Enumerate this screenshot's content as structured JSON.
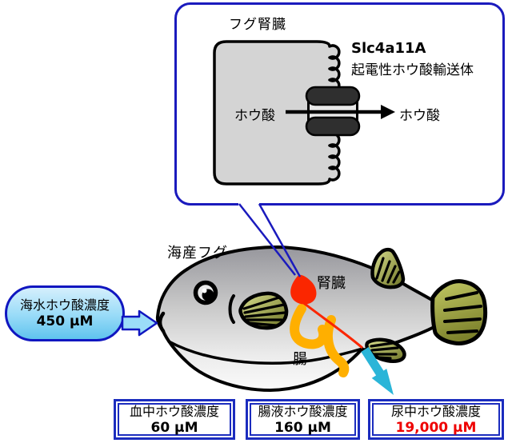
{
  "kidney_panel": {
    "title": "フグ腎臓",
    "transporter_name": "Slc4a11A",
    "transporter_desc": "起電性ホウ酸輸送体",
    "substrate_in": "ホウ酸",
    "substrate_out": "ホウ酸"
  },
  "seawater_capsule": {
    "label": "海水ホウ酸濃度",
    "value": "450 μM"
  },
  "fish": {
    "species_label": "海産フグ",
    "kidney_label": "腎臓",
    "intestine_label": "腸"
  },
  "concentration_boxes": [
    {
      "id": "blood",
      "label": "血中ホウ酸濃度",
      "value": "60 μM"
    },
    {
      "id": "intestinal-fluid",
      "label": "腸液ホウ酸濃度",
      "value": "160 μM"
    },
    {
      "id": "urine",
      "label": "尿中ホウ酸濃度",
      "value": "19,000 μM"
    }
  ],
  "colors": {
    "panel_border_blue": "#1a1abd",
    "box_border_blue": "#1b2cbe",
    "urine_value_red": "#ee0000",
    "kidney_red": "#fb2600",
    "intestine_orange": "#ffaf00",
    "urine_arrow_cyan": "#2ab5d8",
    "seawater_fill_blue": "#9bdcf8",
    "fin_olive": "#8d942f",
    "cell_gray": "#d4d4d4"
  }
}
